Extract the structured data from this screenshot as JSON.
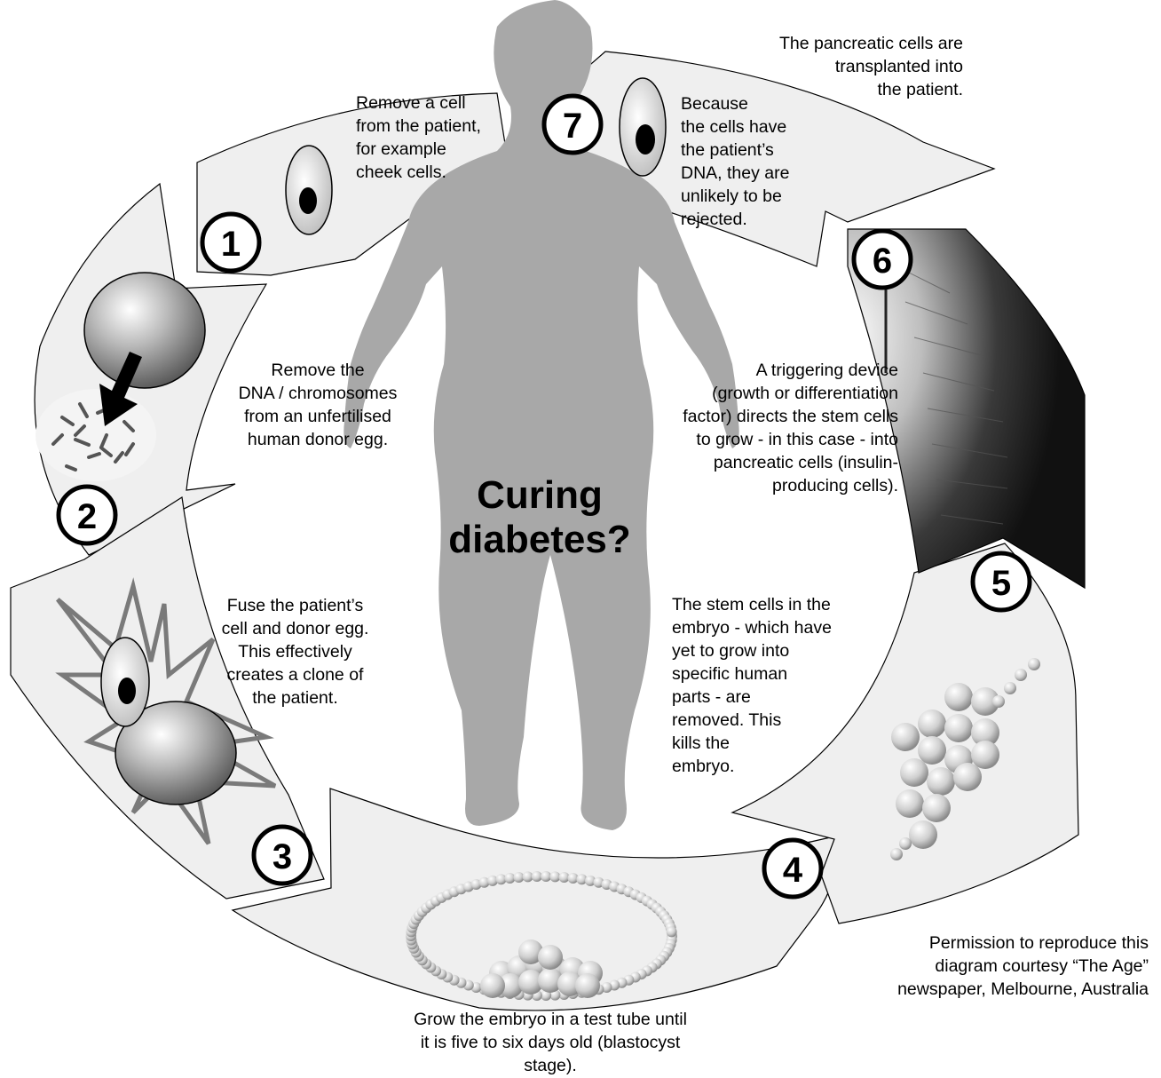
{
  "title": "Curing\ndiabetes?",
  "steps": [
    {
      "number": "1",
      "text": "Remove a cell\nfrom the patient,\nfor example\ncheek cells."
    },
    {
      "number": "2",
      "text": "Remove the\nDNA / chromosomes\nfrom an unfertilised\nhuman donor egg."
    },
    {
      "number": "3",
      "text": "Fuse the patient’s\ncell and donor egg.\nThis effectively\ncreates a clone of\nthe patient."
    },
    {
      "number": "4",
      "text": "Grow the embryo in a test tube until\nit is five to six days old (blastocyst\nstage)."
    },
    {
      "number": "5",
      "text": "The stem cells in the\nembryo - which have\nyet to grow into\nspecific human\nparts - are\nremoved. This\nkills the\nembryo."
    },
    {
      "number": "6",
      "text": "A triggering device\n(growth or differentiation\nfactor) directs the stem cells\nto grow - in this case  -  into\npancreatic cells (insulin-\nproducing cells)."
    },
    {
      "number": "7",
      "text": "Because\nthe cells have\nthe patient’s\nDNA, they are\nunlikely to be\nrejected."
    }
  ],
  "transplant_note": "The pancreatic cells are\ntransplanted into\nthe patient.",
  "credit": "Permission to reproduce this\ndiagram courtesy “The Age”\nnewspaper, Melbourne, Australia",
  "colors": {
    "segment_fill": "#efefef",
    "silhouette": "#a8a8a8",
    "outline": "#000000",
    "star": "#7a7a7a"
  }
}
